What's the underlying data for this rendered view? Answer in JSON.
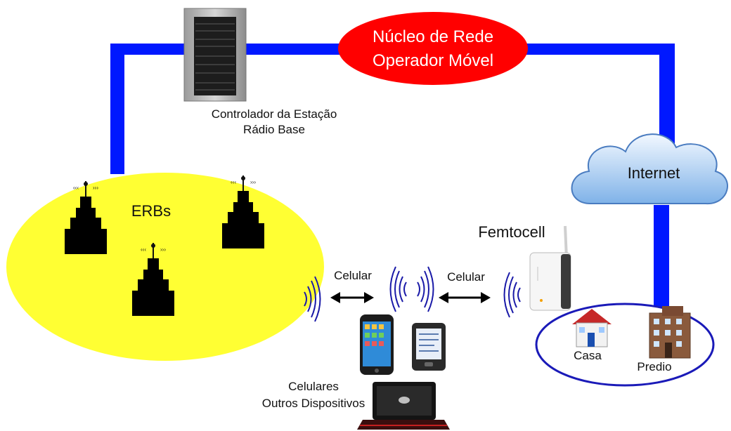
{
  "core": {
    "line1": "Núcleo de Rede",
    "line2": "Operador Móvel",
    "color": "#ff0000"
  },
  "controller": {
    "line1": "Controlador da Estação",
    "line2": "Rádio Base"
  },
  "erbs": {
    "label": "ERBs",
    "color": "#ffff33"
  },
  "internet": {
    "label": "Internet"
  },
  "femtocell": {
    "label": "Femtocell"
  },
  "links": {
    "left_label": "Celular",
    "right_label": "Celular"
  },
  "home_zone": {
    "casa_label": "Casa",
    "predio_label": "Predio"
  },
  "devices": {
    "line1": "Celulares",
    "line2": "Outros Dispositivos"
  },
  "colors": {
    "network_line": "#0018ff",
    "home_border": "#1a1ab8"
  }
}
